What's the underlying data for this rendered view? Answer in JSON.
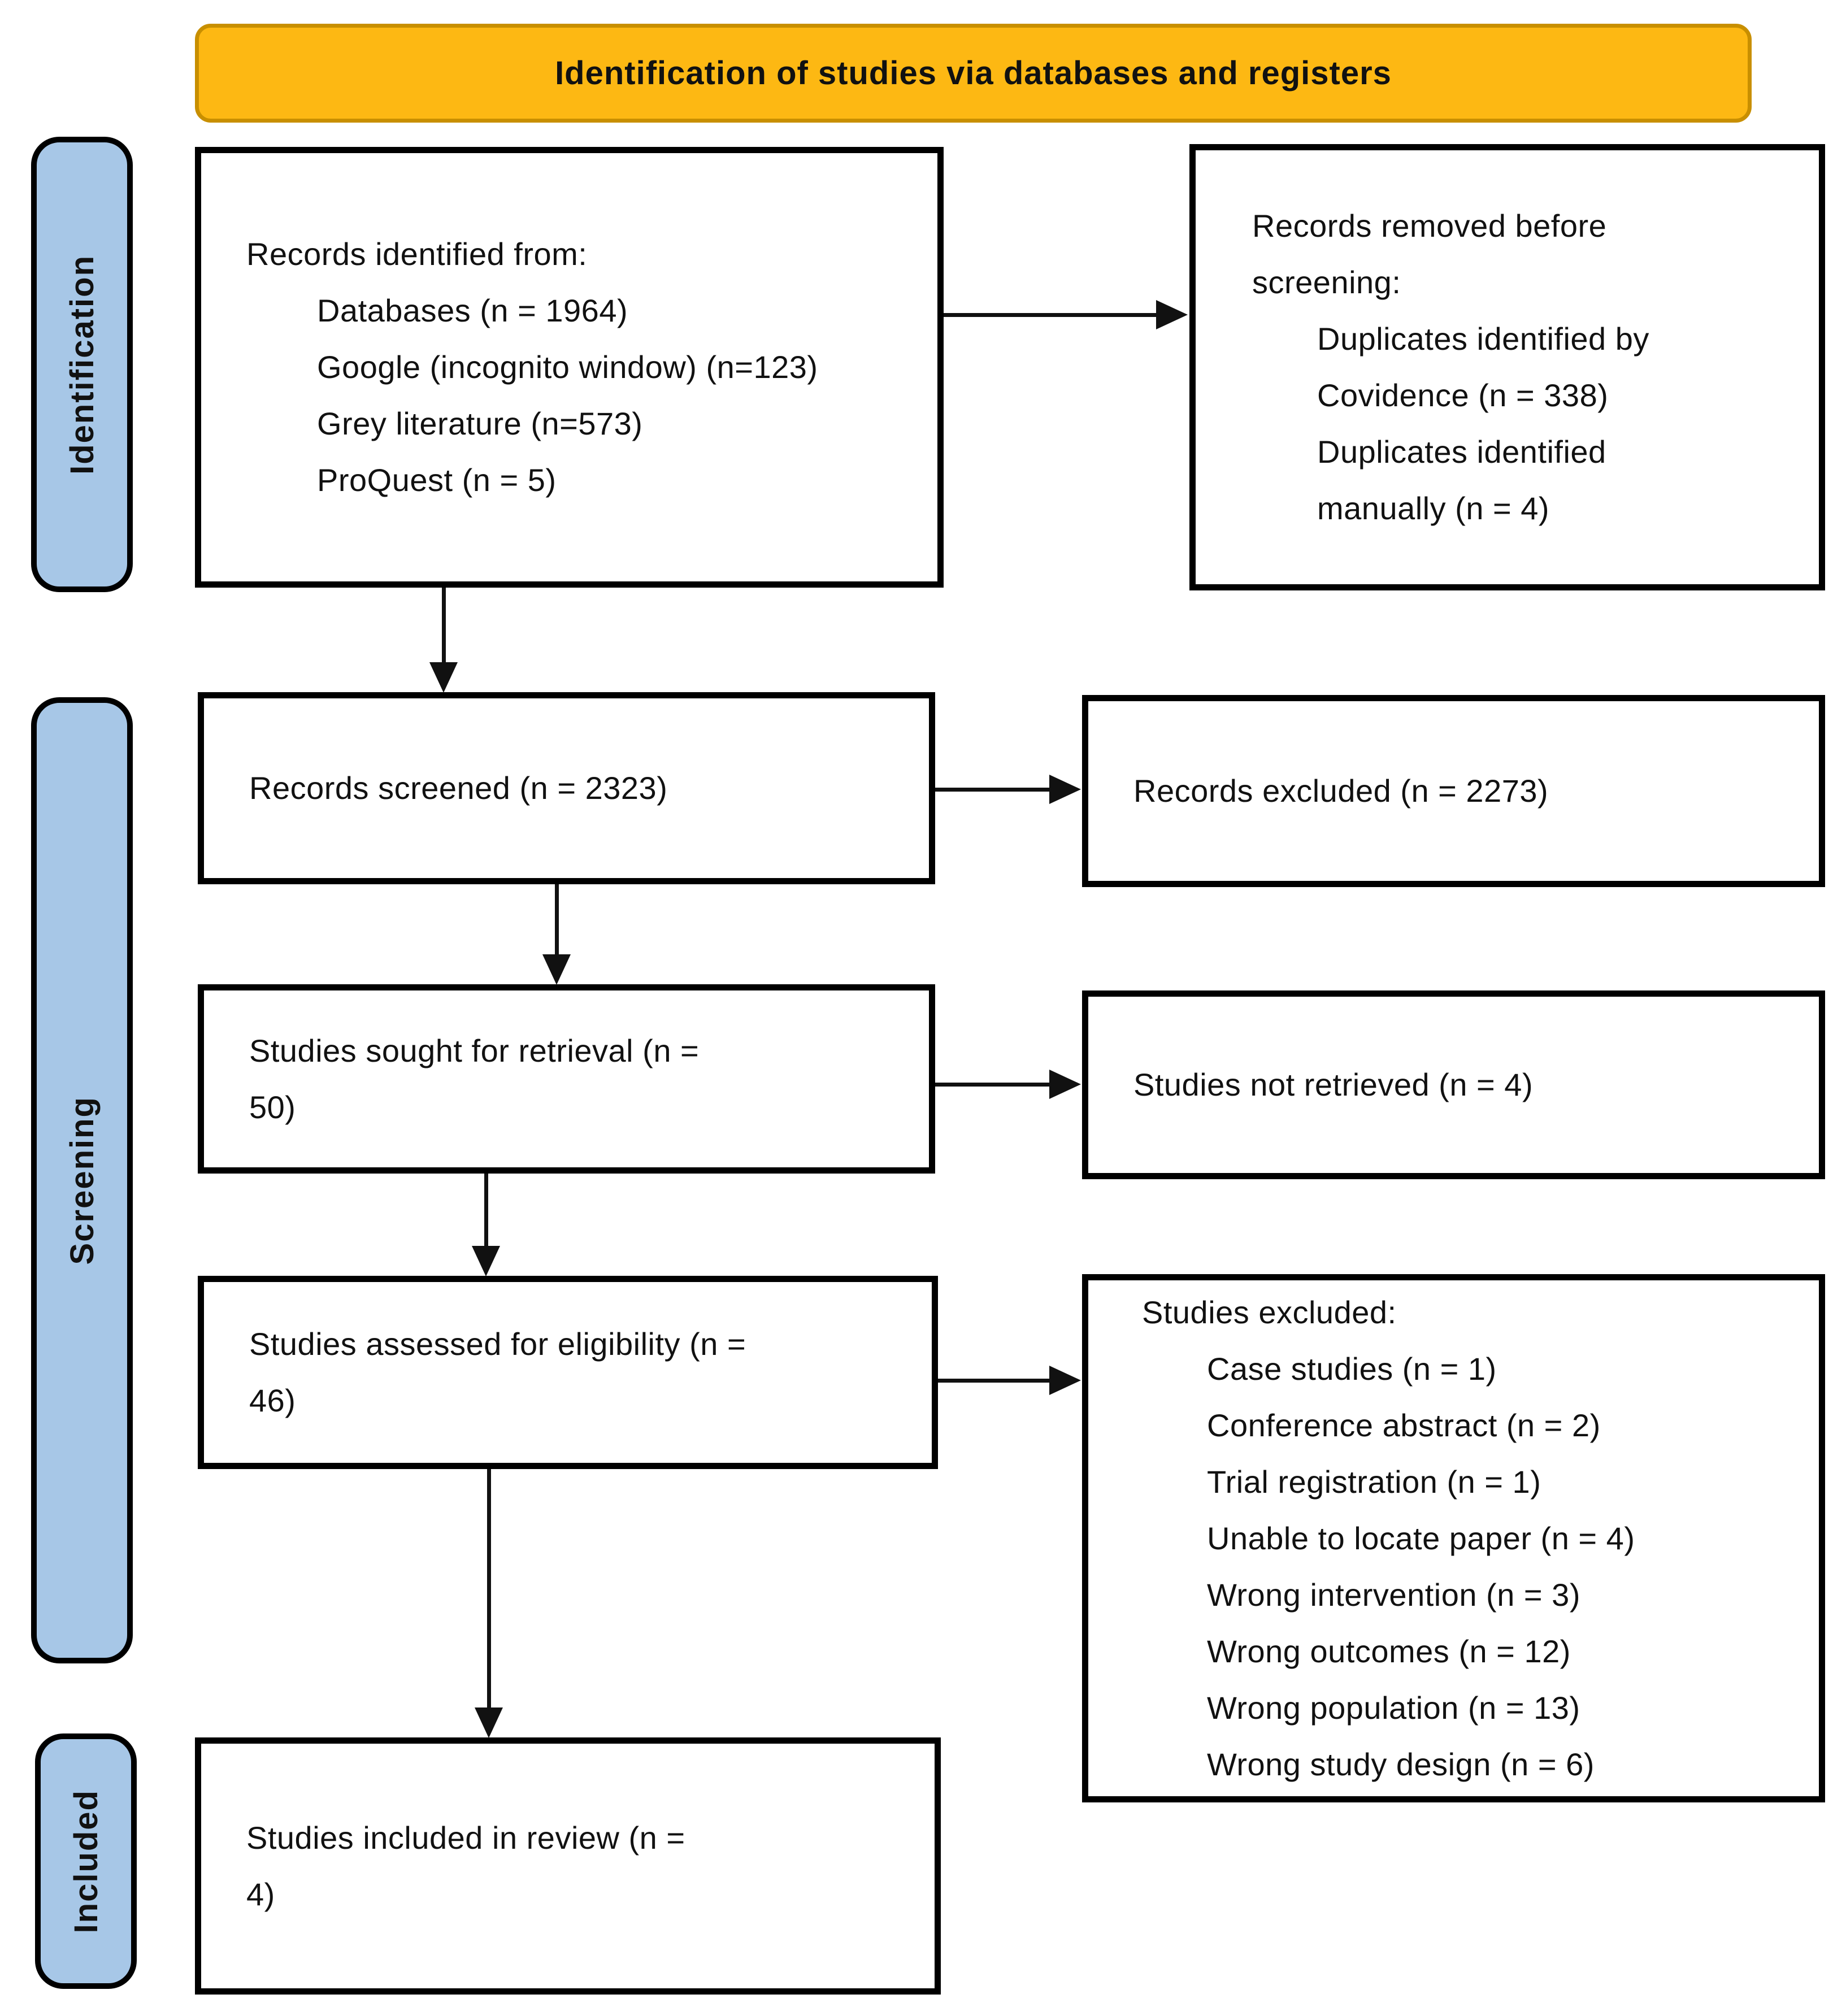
{
  "banner": {
    "title": "Identification of studies via databases and registers"
  },
  "sidebar": {
    "identification": "Identification",
    "screening": "Screening",
    "included": "Included"
  },
  "boxes": {
    "records_identified": {
      "intro": "Records identified from:",
      "items": [
        "Databases (n = 1964)",
        "Google (incognito window) (n=123)",
        "Grey literature (n=573)",
        "ProQuest (n = 5)"
      ]
    },
    "records_removed": {
      "intro": "Records removed before screening:",
      "items": [
        "Duplicates identified by Covidence (n = 338)",
        "Duplicates identified manually (n = 4)"
      ]
    },
    "records_screened": {
      "text": "Records screened (n = 2323)"
    },
    "records_excluded": {
      "text": "Records excluded (n = 2273)"
    },
    "studies_sought": {
      "text": "Studies sought for retrieval (n = 50)"
    },
    "studies_not_retrieved": {
      "text": "Studies not retrieved (n = 4)"
    },
    "studies_assessed": {
      "text": "Studies assessed for eligibility (n = 46)"
    },
    "studies_excluded": {
      "intro": "Studies excluded:",
      "items": [
        "Case studies (n = 1)",
        "Conference abstract (n = 2)",
        "Trial registration (n = 1)",
        "Unable to locate paper (n = 4)",
        "Wrong intervention (n = 3)",
        "Wrong outcomes (n = 12)",
        "Wrong population (n = 13)",
        "Wrong study design (n = 6)"
      ]
    },
    "studies_included": {
      "text": "Studies included in review (n = 4)"
    }
  },
  "colors": {
    "banner_fill": "#FDB813",
    "banner_border": "#C88F00",
    "sidebar_fill": "#A7C7E7",
    "box_border": "#000000",
    "arrow": "#111111"
  }
}
